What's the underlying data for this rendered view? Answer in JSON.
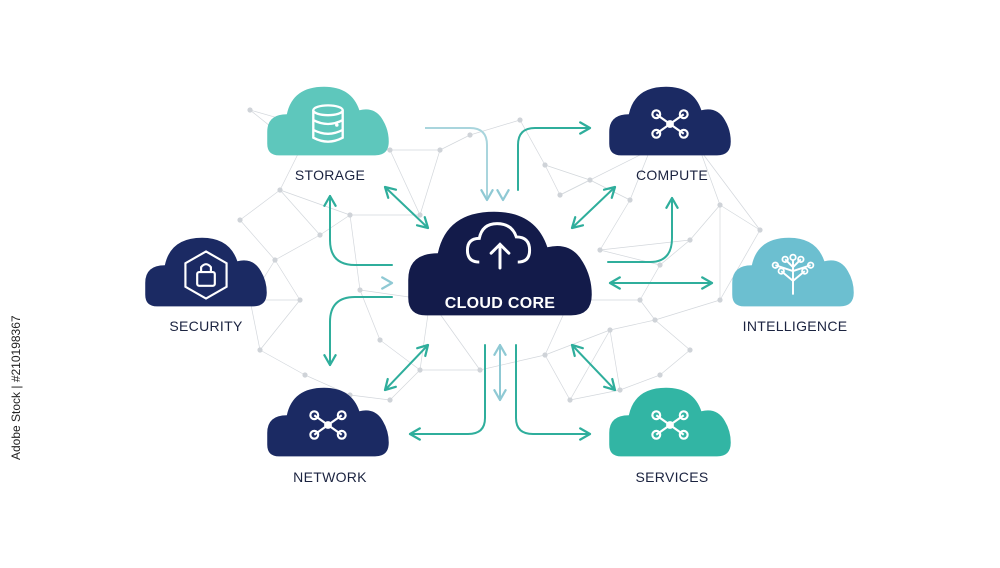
{
  "diagram": {
    "center": {
      "label": "CLOUD CORE",
      "icon": "cloud-upload-icon",
      "color": "#131b4a"
    },
    "nodes": [
      {
        "id": "storage",
        "label": "STORAGE",
        "icon": "database-icon",
        "color": "#5ec7bc"
      },
      {
        "id": "compute",
        "label": "COMPUTE",
        "icon": "hub-nodes-icon",
        "color": "#1b2a63"
      },
      {
        "id": "security",
        "label": "SECURITY",
        "icon": "lock-icon",
        "color": "#1b2a63"
      },
      {
        "id": "intelligence",
        "label": "INTELLIGENCE",
        "icon": "neural-tree-icon",
        "color": "#6cbfd0"
      },
      {
        "id": "network",
        "label": "NETWORK",
        "icon": "network-nodes-icon",
        "color": "#1b2a63"
      },
      {
        "id": "services",
        "label": "SERVICES",
        "icon": "hub-nodes-icon",
        "color": "#32b5a4"
      }
    ],
    "accent_color": "#2fae9c",
    "light_accent_color": "#9fd3da",
    "mesh_color": "#d3d7dc"
  },
  "stock_id": "Adobe Stock | #210198367"
}
